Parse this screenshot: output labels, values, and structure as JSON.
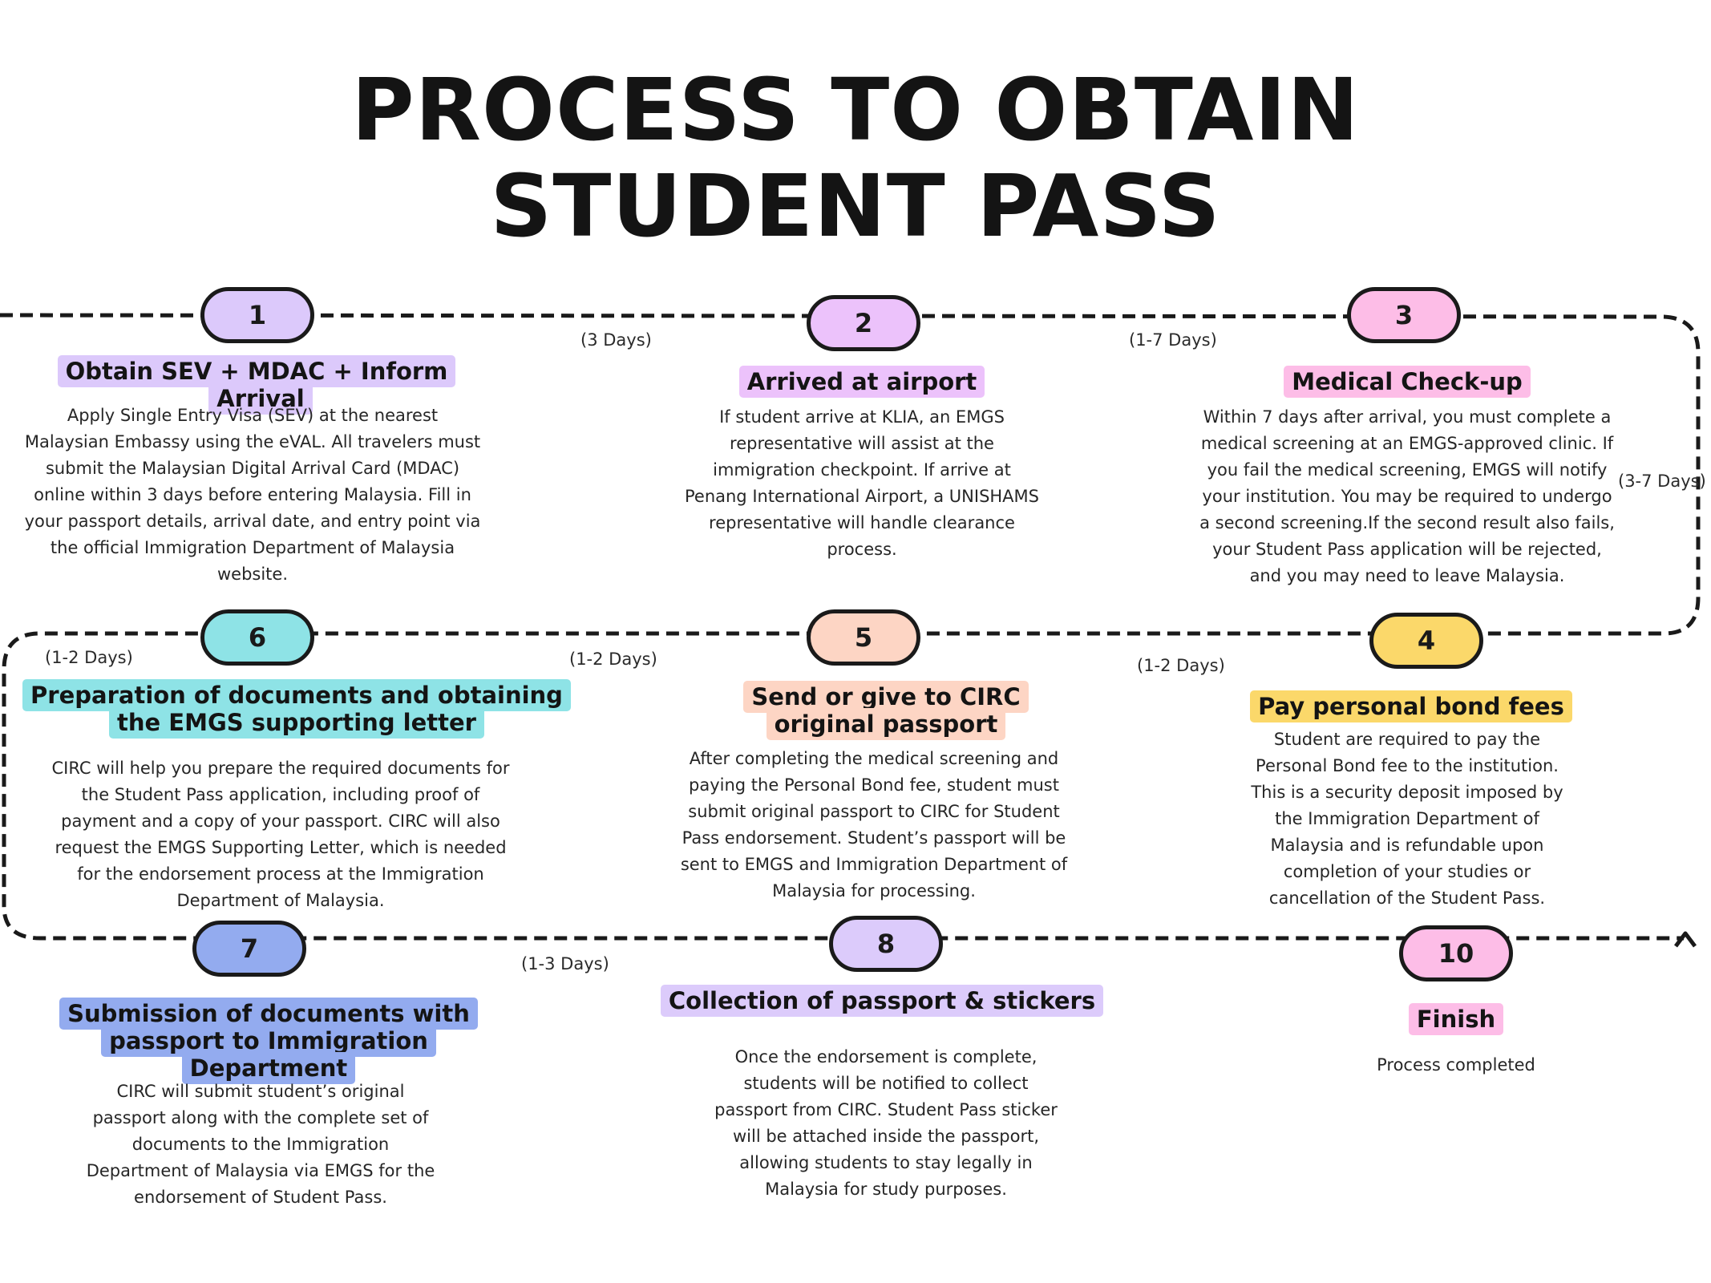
{
  "title_line1": "PROCESS TO OBTAIN",
  "title_line2": "STUDENT PASS",
  "colors": {
    "step1": "#dcc9fb",
    "step2": "#ecc2fb",
    "step3": "#fdbde7",
    "step4": "#fbd86a",
    "step5": "#fdd5c4",
    "step6": "#8ee3e6",
    "step7": "#93abef",
    "step8": "#dccbfb",
    "step10": "#fdbde7"
  },
  "steps": [
    {
      "num": "1",
      "title": "Obtain SEV + MDAC + Inform Arrival",
      "text": "Apply Single Entry Visa (SEV) at the nearest Malaysian Embassy using the eVAL. All travelers must submit the Malaysian Digital Arrival Card (MDAC) online within 3 days before entering Malaysia. Fill in your passport details, arrival date, and entry point via the official Immigration Department of Malaysia website."
    },
    {
      "num": "2",
      "title": "Arrived at airport",
      "text": "If student arrive at KLIA, an EMGS representative will assist at the immigration checkpoint. If arrive at Penang International Airport, a UNISHAMS representative will handle clearance process."
    },
    {
      "num": "3",
      "title": "Medical Check-up",
      "text": "Within 7 days after arrival, you must complete a medical screening at an EMGS-approved clinic. If you fail the medical screening, EMGS will notify your institution. You may be required to undergo a second screening.If the second result also fails, your Student Pass application will be rejected, and you may need to leave Malaysia."
    },
    {
      "num": "4",
      "title": "Pay personal bond fees",
      "text": "Student are required to pay the Personal Bond fee to the institution. This is a security deposit imposed by the Immigration Department of Malaysia and is refundable upon completion of your studies or cancellation of the Student Pass."
    },
    {
      "num": "5",
      "title": "Send or give to CIRC original passport",
      "text": "After completing the medical screening and paying the Personal Bond fee, student  must submit original passport to CIRC for Student Pass endorsement. Student’s passport will be sent to EMGS and Immigration Department of Malaysia for processing."
    },
    {
      "num": "6",
      "title": "Preparation of documents and obtaining the EMGS supporting letter",
      "text": "CIRC will help you prepare the required documents for the Student Pass application, including proof of payment and a copy of your passport. CIRC will also request the EMGS Supporting Letter, which is needed for the endorsement process at the Immigration Department of Malaysia."
    },
    {
      "num": "7",
      "title": "Submission of documents with passport to Immigration Department",
      "text": "CIRC will submit student’s original passport along with the complete set of documents to the Immigration Department of Malaysia via EMGS for the endorsement of Student Pass."
    },
    {
      "num": "8",
      "title": "Collection of passport & stickers",
      "text": "Once the endorsement is complete, students will be notified to collect passport from CIRC. Student Pass sticker will be attached inside the passport, allowing students to stay legally in Malaysia for study purposes."
    },
    {
      "num": "10",
      "title": "Finish",
      "text": "Process completed"
    }
  ],
  "durations": {
    "d1_2": "(3 Days)",
    "d2_3": "(1-7 Days)",
    "d3_4": "(3-7 Days)",
    "d4_5": "(1-2 Days)",
    "d5_6": "(1-2 Days)",
    "d6_7": "(1-2 Days)",
    "d7_8": "(1-3 Days)"
  }
}
